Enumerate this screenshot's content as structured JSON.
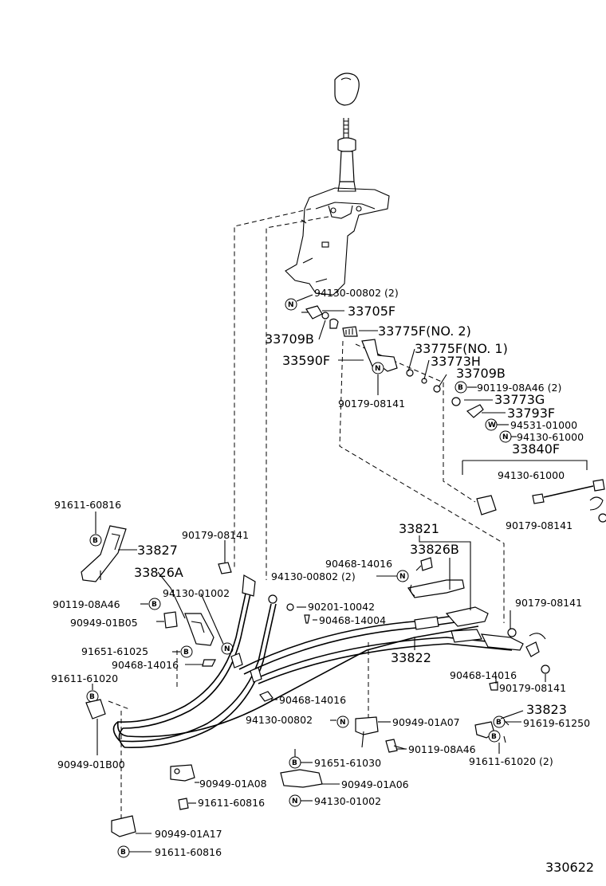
{
  "diagram_id": "330622",
  "parts": {
    "p94130_00802_2": "94130-00802 (2)",
    "p33705F": "33705F",
    "p33709B_a": "33709B",
    "p33775F_no2": "33775F(NO. 2)",
    "p33775F_no1": "33775F(NO. 1)",
    "p33590F": "33590F",
    "p33773H": "33773H",
    "p33709B_b": "33709B",
    "p90119_08A46_2": "90119-08A46 (2)",
    "p33773G": "33773G",
    "p90179_08141_a": "90179-08141",
    "p33793F": "33793F",
    "p94531_01000": "94531-01000",
    "p94130_61000_a": "94130-61000",
    "p33840F": "33840F",
    "p94130_61000_b": "94130-61000",
    "p90179_08141_b": "90179-08141",
    "p91611_60816_a": "91611-60816",
    "p33827": "33827",
    "p90179_08141_c": "90179-08141",
    "p33821": "33821",
    "p90468_14016_a": "90468-14016",
    "p33826B": "33826B",
    "p94130_00802_b": "94130-00802 (2)",
    "p33826A": "33826A",
    "p90119_08A46_b": "90119-08A46",
    "p94130_01002_a": "94130-01002",
    "p90201_10042": "90201-10042",
    "p90468_14004": "90468-14004",
    "p90179_08141_d": "90179-08141",
    "p90949_01B05": "90949-01B05",
    "p91651_61025": "91651-61025",
    "p90468_14016_b": "90468-14016",
    "p33822": "33822",
    "p91611_61020": "91611-61020",
    "p90468_14016_c": "90468-14016",
    "p90179_08141_e": "90179-08141",
    "p90468_14016_d": "90468-14016",
    "p33823": "33823",
    "p94130_00802_c": "94130-00802",
    "p90949_01A07": "90949-01A07",
    "p91619_61250": "91619-61250",
    "p90119_08A46_c": "90119-08A46",
    "p91611_61020_2": "91611-61020 (2)",
    "p90949_01B00": "90949-01B00",
    "p91651_61030": "91651-61030",
    "p90949_01A08": "90949-01A08",
    "p90949_01A06": "90949-01A06",
    "p91611_60816_b": "91611-60816",
    "p94130_01002_b": "94130-01002",
    "p90949_01A17": "90949-01A17",
    "p91611_60816_c": "91611-60816"
  },
  "symbols": {
    "nut": "N",
    "bolt": "B",
    "washer": "W"
  }
}
